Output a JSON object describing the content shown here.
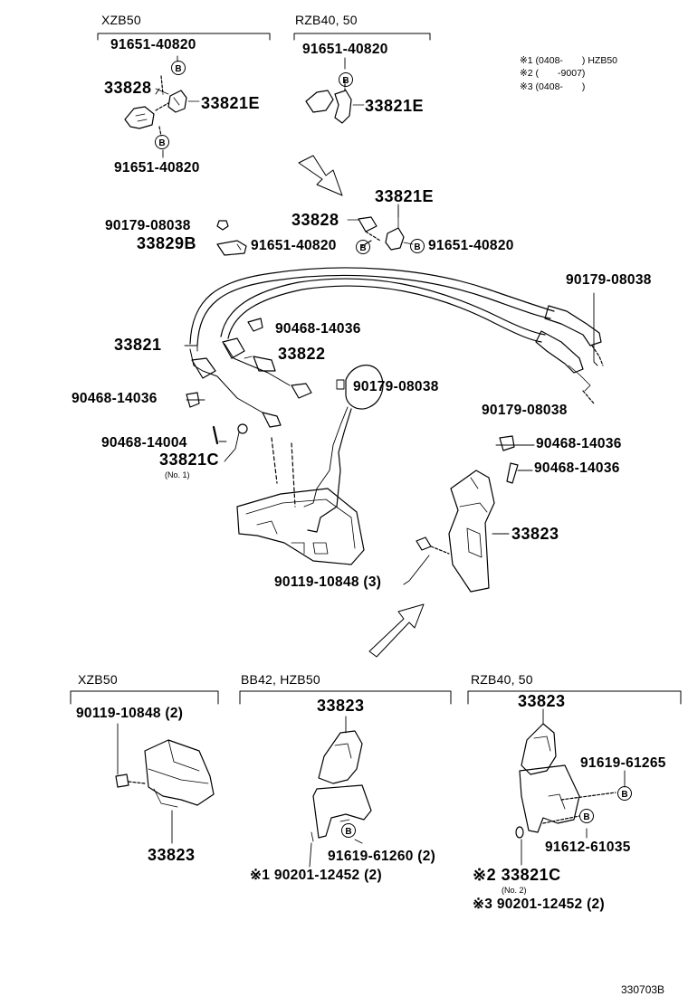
{
  "groups": {
    "xzb50_top": "XZB50",
    "rzb4050_top": "RZB40, 50",
    "xzb50_bottom": "XZB50",
    "bb42_hzb50": "BB42, HZB50",
    "rzb4050_bottom": "RZB40, 50"
  },
  "notes": [
    "※1 (0408-　　) HZB50",
    "※2 (　　-9007)",
    "※3 (0408-　　)"
  ],
  "parts": {
    "p1": "91651-40820",
    "p2": "33828",
    "p3": "33821E",
    "p4": "91651-40820",
    "p5": "91651-40820",
    "p6": "33821E",
    "p7": "33821E",
    "p8": "33828",
    "p9": "90179-08038",
    "p10": "33829B",
    "p11": "91651-40820",
    "p12": "91651-40820",
    "p13": "90179-08038",
    "p14": "90468-14036",
    "p15": "33821",
    "p16": "33822",
    "p17": "90179-08038",
    "p18": "90468-14036",
    "p19": "90179-08038",
    "p20": "90468-14004",
    "p21": "33821C",
    "p21_sub": "(No. 1)",
    "p22": "90468-14036",
    "p23": "90468-14036",
    "p24": "33823",
    "p25": "90119-10848 (3)",
    "p26": "90119-10848 (2)",
    "p27": "33823",
    "p28": "33823",
    "p29": "91619-61260 (2)",
    "p30": "※1 90201-12452 (2)",
    "p31": "33823",
    "p32": "91619-61265",
    "p33": "91612-61035",
    "p34": "※2 33821C",
    "p34_sub": "(No. 2)",
    "p35": "※3 90201-12452 (2)"
  },
  "callout_letter": "B",
  "ref_code": "330703B",
  "colors": {
    "ink": "#000000",
    "background": "#ffffff"
  }
}
